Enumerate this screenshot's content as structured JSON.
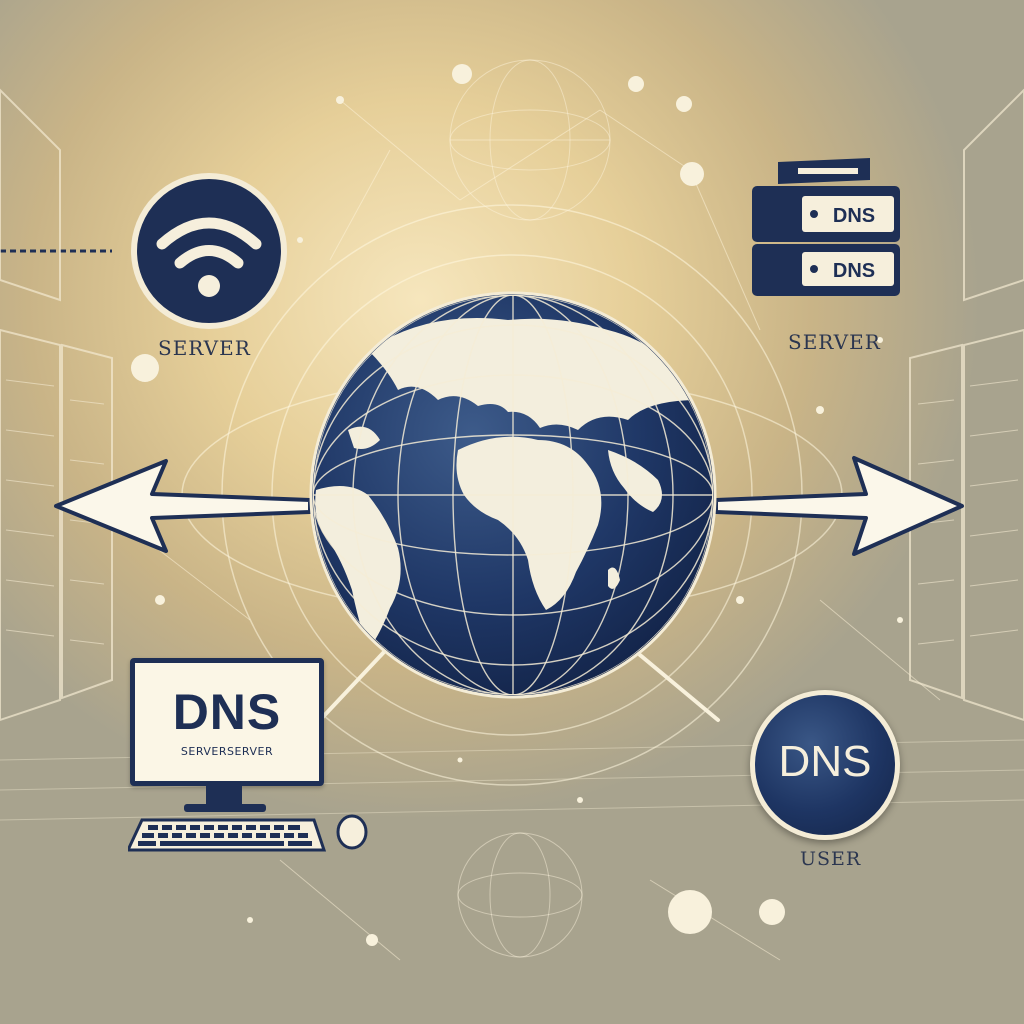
{
  "labels": {
    "server_left": "SERVER",
    "server_right": "SERVER",
    "user": "USER"
  },
  "server_stack": {
    "top_label": "DNS",
    "bottom_label": "DNS"
  },
  "monitor": {
    "title": "DNS",
    "subtitle": "SERVERSERVER"
  },
  "user_badge": {
    "title": "DNS"
  },
  "colors": {
    "navy": "#1e2f55",
    "cream": "#f6efdc",
    "gold": "#e6cf99"
  },
  "icons": [
    "wifi-icon",
    "server-icon",
    "globe-icon",
    "monitor-icon",
    "keyboard-icon",
    "mouse-icon",
    "arrow-left-icon",
    "arrow-right-icon"
  ]
}
